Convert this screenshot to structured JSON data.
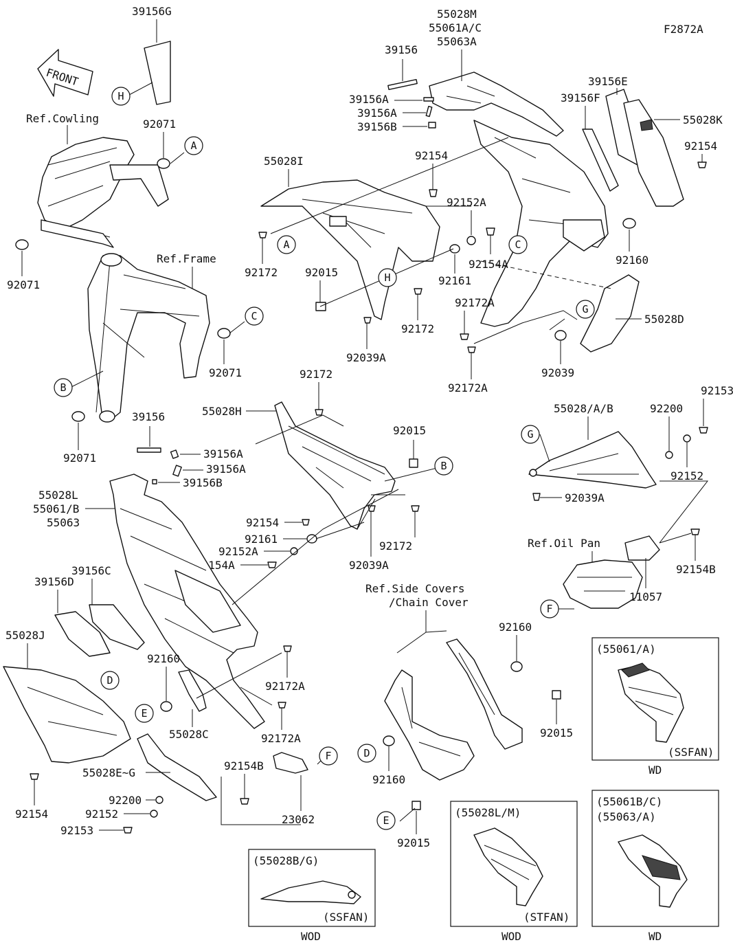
{
  "diagram_code": "F2872A",
  "front_label": "FRONT",
  "refs": {
    "cowling": "Ref.Cowling",
    "frame": "Ref.Frame",
    "oil_pan": "Ref.Oil Pan",
    "side_covers_1": "Ref.Side Covers",
    "side_covers_2": "/Chain Cover"
  },
  "part_labels": {
    "p39156G": "39156G",
    "p92071_top": "92071",
    "p92071_left": "92071",
    "p92071_mid": "92071",
    "p92071_bot": "92071",
    "p55028M": "55028M",
    "p55061AC": "55061A/C",
    "p55063A": "55063A",
    "p39156_top": "39156",
    "p39156A_1": "39156A",
    "p39156A_2": "39156A",
    "p39156B_top": "39156B",
    "p39156E": "39156E",
    "p39156F": "39156F",
    "p55028K": "55028K",
    "p92154_tr": "92154",
    "p55028I": "55028I",
    "p92154_mid": "92154",
    "p92152A_top": "92152A",
    "p92154A_top": "92154A",
    "p92172_top": "92172",
    "p92015_top": "92015",
    "p92161_top": "92161",
    "p92172A_1": "92172A",
    "p92172_h": "92172",
    "p92160_right": "92160",
    "p55028D": "55028D",
    "p92039A_top": "92039A",
    "p92039": "92039",
    "p92172A_2": "92172A",
    "p92172_mid": "92172",
    "p55028H": "55028H",
    "p92015_mid": "92015",
    "p39156_left": "39156",
    "p39156A_3": "39156A",
    "p39156A_4": "39156A",
    "p39156B_left": "39156B",
    "p55028L": "55028L",
    "p55061B": "55061/B",
    "p55063": "55063",
    "p92154_c": "92154",
    "p92161_c": "92161",
    "p92152A_c": "92152A",
    "p92154A_c": "92154A",
    "p92172_c": "92172",
    "p92039A_c": "92039A",
    "p55028AB": "55028/A/B",
    "p92200_r": "92200",
    "p92153_r": "92153",
    "p92152_r": "92152",
    "p92039A_r": "92039A",
    "p92154B_r": "92154B",
    "p11057": "11057",
    "p39156C": "39156C",
    "p39156D": "39156D",
    "p55028J": "55028J",
    "p92160_l": "92160",
    "p92172A_l1": "92172A",
    "p92172A_l2": "92172A",
    "p55028C": "55028C",
    "p55028EG": "55028E~G",
    "p92154B_l": "92154B",
    "p92154_bl": "92154",
    "p92200_l": "92200",
    "p92152_l": "92152",
    "p92153_l": "92153",
    "p23062": "23062",
    "p92160_sc1": "92160",
    "p92160_sc2": "92160",
    "p92015_sc1": "92015",
    "p92015_sc2": "92015"
  },
  "callouts": {
    "A": "A",
    "B": "B",
    "C": "C",
    "D": "D",
    "E": "E",
    "F": "F",
    "G": "G",
    "H": "H"
  },
  "variant_boxes": [
    {
      "title": "(55061/A)",
      "title2": "",
      "tag": "(SSFAN)",
      "caption": "WD"
    },
    {
      "title": "(55061B/C)",
      "title2": "(55063/A)",
      "tag": "",
      "caption": "WD"
    },
    {
      "title": "(55028L/M)",
      "title2": "",
      "tag": "(STFAN)",
      "caption": "WOD"
    },
    {
      "title": "(55028B/G)",
      "title2": "",
      "tag": "(SSFAN)",
      "caption": "WOD"
    }
  ]
}
